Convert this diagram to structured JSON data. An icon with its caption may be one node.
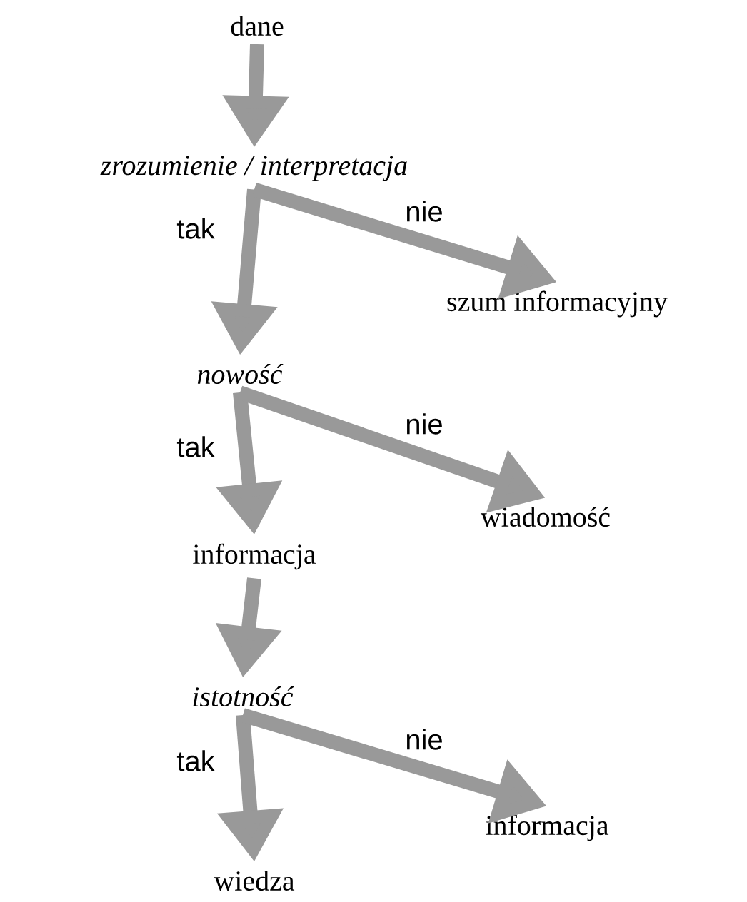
{
  "diagram": {
    "nodes": [
      {
        "text": [
          "dane"
        ]
      },
      {
        "text": [
          "*zrozumienie / interpretacja*"
        ]
      },
      {
        "text": [
          "szum informacyjny"
        ]
      },
      {
        "text": [
          "*nowość*"
        ]
      },
      {
        "text": [
          "wiadomość"
        ]
      },
      {
        "text": [
          "informacja"
        ]
      },
      {
        "text": [
          "*istotność*"
        ]
      },
      {
        "text": [
          "informacja"
        ]
      },
      {
        "text": [
          "wiedza"
        ]
      }
    ],
    "edges": [
      {
        "from": 0,
        "to": 1,
        "arrow": "to"
      },
      {
        "from": 1,
        "to": 3,
        "arrow": "to",
        "label": "tak"
      },
      {
        "from": 1,
        "to": 2,
        "arrow": "to",
        "label": "nie"
      },
      {
        "from": 3,
        "to": 5,
        "arrow": "to",
        "label": "tak"
      },
      {
        "from": 3,
        "to": 4,
        "arrow": "to",
        "label": "nie"
      },
      {
        "from": 5,
        "to": 6,
        "arrow": "to"
      },
      {
        "from": 6,
        "to": 8,
        "arrow": "to",
        "label": "tak"
      },
      {
        "from": 6,
        "to": 7,
        "arrow": "to",
        "label": "nie"
      }
    ]
  }
}
